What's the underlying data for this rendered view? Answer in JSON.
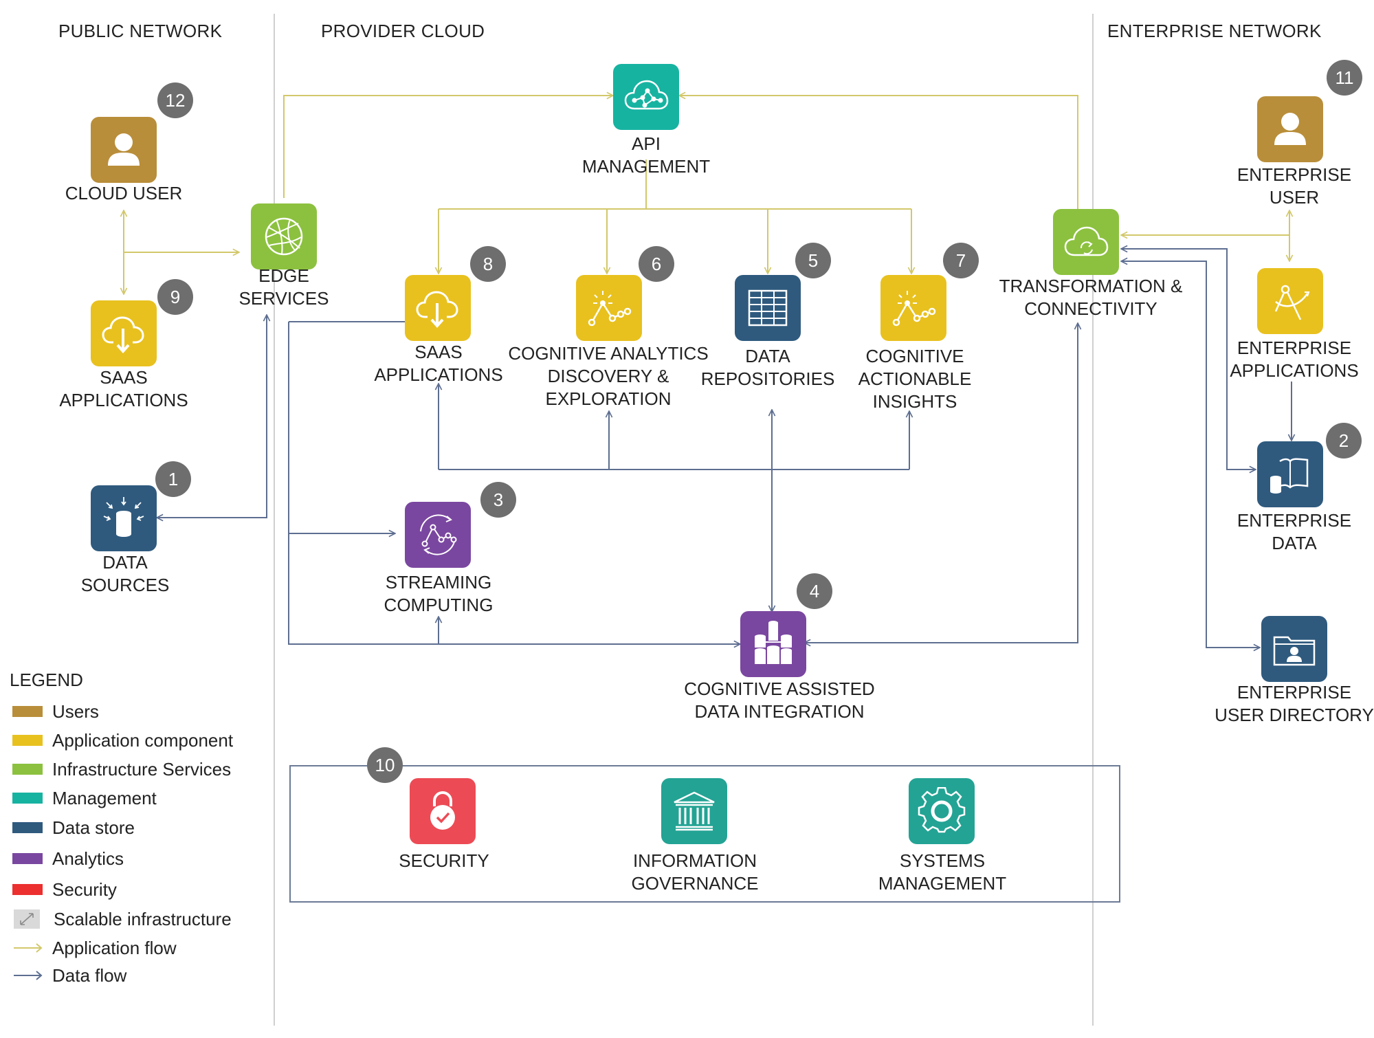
{
  "zones": {
    "public": "PUBLIC NETWORK",
    "provider": "PROVIDER CLOUD",
    "enterprise": "ENTERPRISE NETWORK"
  },
  "colors": {
    "users": "#b98e3a",
    "application": "#e8c11f",
    "infrastructure": "#8cc13f",
    "management": "#17b3a1",
    "data_store": "#2f5a7e",
    "analytics": "#7a47a0",
    "security": "#ec2f2f",
    "governance": "#23a394",
    "app_flow": "#d2c86a",
    "data_flow": "#5d6e90",
    "badge": "#6e6e6e"
  },
  "nodes": {
    "cloud_user": {
      "label": [
        "CLOUD USER"
      ],
      "badge": "12",
      "icon": "user-icon"
    },
    "saas_public": {
      "label": [
        "SAAS",
        "APPLICATIONS"
      ],
      "badge": "9",
      "icon": "cloud-download-icon"
    },
    "data_sources": {
      "label": [
        "DATA",
        "SOURCES"
      ],
      "badge": "1",
      "icon": "database-icon"
    },
    "edge_services": {
      "label": [
        "EDGE",
        "SERVICES"
      ],
      "icon": "globe-icon"
    },
    "api_management": {
      "label": [
        "API",
        "MANAGEMENT"
      ],
      "icon": "cloud-network-icon"
    },
    "saas_provider": {
      "label": [
        "SAAS",
        "APPLICATIONS"
      ],
      "badge": "8",
      "icon": "cloud-download-icon"
    },
    "cognitive_analytics": {
      "label": [
        "COGNITIVE ANALYTICS",
        "DISCOVERY &",
        "EXPLORATION"
      ],
      "badge": "6",
      "icon": "analytics-line-icon"
    },
    "data_repositories": {
      "label": [
        "DATA",
        "REPOSITORIES"
      ],
      "badge": "5",
      "icon": "table-grid-icon"
    },
    "cognitive_actionable": {
      "label": [
        "COGNITIVE",
        "ACTIONABLE",
        "INSIGHTS"
      ],
      "badge": "7",
      "icon": "insights-line-icon"
    },
    "streaming_computing": {
      "label": [
        "STREAMING",
        "COMPUTING"
      ],
      "badge": "3",
      "icon": "stream-cycle-icon"
    },
    "data_integration": {
      "label": [
        "COGNITIVE ASSISTED",
        "DATA INTEGRATION"
      ],
      "badge": "4",
      "icon": "cylinders-icon"
    },
    "transformation": {
      "label": [
        "TRANSFORMATION &",
        "CONNECTIVITY"
      ],
      "icon": "cloud-sync-icon"
    },
    "enterprise_user": {
      "label": [
        "ENTERPRISE",
        "USER"
      ],
      "badge": "11",
      "icon": "user-icon"
    },
    "enterprise_apps": {
      "label": [
        "ENTERPRISE",
        "APPLICATIONS"
      ],
      "icon": "compass-icon"
    },
    "enterprise_data": {
      "label": [
        "ENTERPRISE",
        "DATA"
      ],
      "badge": "2",
      "icon": "book-database-icon"
    },
    "enterprise_directory": {
      "label": [
        "ENTERPRISE",
        "USER DIRECTORY"
      ],
      "icon": "folder-user-icon"
    },
    "security": {
      "label": [
        "SECURITY"
      ],
      "icon": "lock-check-icon"
    },
    "information_governance": {
      "label": [
        "INFORMATION",
        "GOVERNANCE"
      ],
      "icon": "building-columns-icon"
    },
    "systems_management": {
      "label": [
        "SYSTEMS",
        "MANAGEMENT"
      ],
      "icon": "gear-icon"
    }
  },
  "shared_services_badge": "10",
  "legend": {
    "title": "LEGEND",
    "items": [
      {
        "label": "Users",
        "kind": "swatch",
        "color": "#b98e3a"
      },
      {
        "label": "Application component",
        "kind": "swatch",
        "color": "#e8c11f"
      },
      {
        "label": "Infrastructure Services",
        "kind": "swatch",
        "color": "#8cc13f"
      },
      {
        "label": "Management",
        "kind": "swatch",
        "color": "#17b3a1"
      },
      {
        "label": "Data store",
        "kind": "swatch",
        "color": "#2f5a7e"
      },
      {
        "label": "Analytics",
        "kind": "swatch",
        "color": "#7a47a0"
      },
      {
        "label": "Security",
        "kind": "swatch",
        "color": "#ec2f2f"
      },
      {
        "label": "Scalable infrastructure",
        "kind": "scalable",
        "color": "#d9d9d9"
      },
      {
        "label": "Application flow",
        "kind": "arrow",
        "color": "#d2c86a"
      },
      {
        "label": "Data flow",
        "kind": "arrow",
        "color": "#5d6e90"
      }
    ]
  }
}
